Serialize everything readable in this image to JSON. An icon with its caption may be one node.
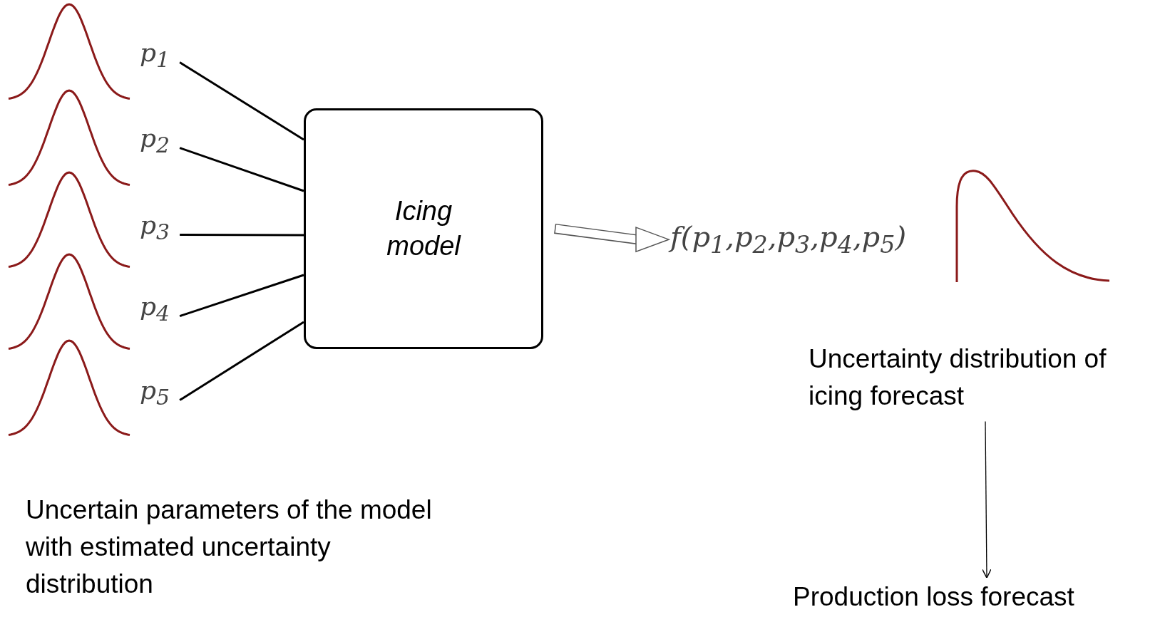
{
  "diagram": {
    "nodes": [
      {
        "text": [
          "p$_{1}$"
        ]
      },
      {
        "text": [
          "p$_{2}$"
        ]
      },
      {
        "text": [
          "p$_{3}$"
        ]
      },
      {
        "text": [
          "p$_{4}$"
        ]
      },
      {
        "text": [
          "p$_{5}$"
        ]
      },
      {
        "text": [
          "Icing model"
        ]
      },
      {
        "text": [
          "f(p$_{1}$,p$_{2}$,p$_{3}$,p$_{4}$,p$_{5}$)"
        ]
      },
      {
        "text": [
          "Uncertainty distribution of icing forecast"
        ]
      },
      {
        "text": [
          "Production loss forecast"
        ]
      }
    ],
    "edges": [
      {
        "from": 0,
        "to": 5,
        "arrow": "none"
      },
      {
        "from": 1,
        "to": 5,
        "arrow": "none"
      },
      {
        "from": 2,
        "to": 5,
        "arrow": "none"
      },
      {
        "from": 3,
        "to": 5,
        "arrow": "none"
      },
      {
        "from": 4,
        "to": 5,
        "arrow": "none"
      },
      {
        "from": 5,
        "to": 6,
        "arrow": "to",
        "style": "thick"
      },
      {
        "from": 7,
        "to": 8,
        "arrow": "to"
      }
    ],
    "labels": [
      "Uncertain parameters of the model with estimated uncertainty distribution"
    ]
  }
}
